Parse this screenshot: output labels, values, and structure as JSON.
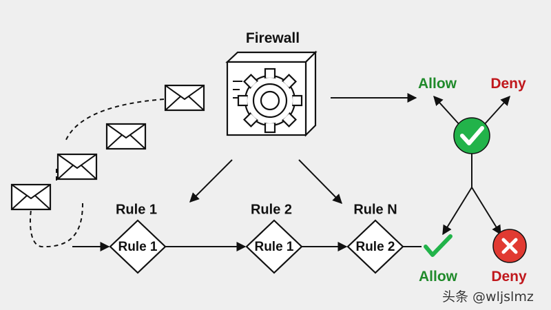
{
  "diagram": {
    "title": "Firewall",
    "rule_headers": [
      "Rule 1",
      "Rule 2",
      "Rule N"
    ],
    "rule_diamonds": [
      "Rule 1",
      "Rule 1",
      "Rule 2"
    ],
    "top_decision": {
      "allow": "Allow",
      "deny": "Deny"
    },
    "bottom_decision": {
      "allow": "Allow",
      "deny": "Deny"
    }
  },
  "watermark": "头条 @wljslmz",
  "colors": {
    "allow_green": "#1f8a2a",
    "deny_red": "#c0171c",
    "check_circle": "#22b34a",
    "cross_circle": "#e13a32",
    "stroke": "#111111"
  },
  "icons": [
    "envelope-icon",
    "firewall-gear-icon",
    "check-circle-icon",
    "cross-circle-icon",
    "check-mark-icon"
  ]
}
